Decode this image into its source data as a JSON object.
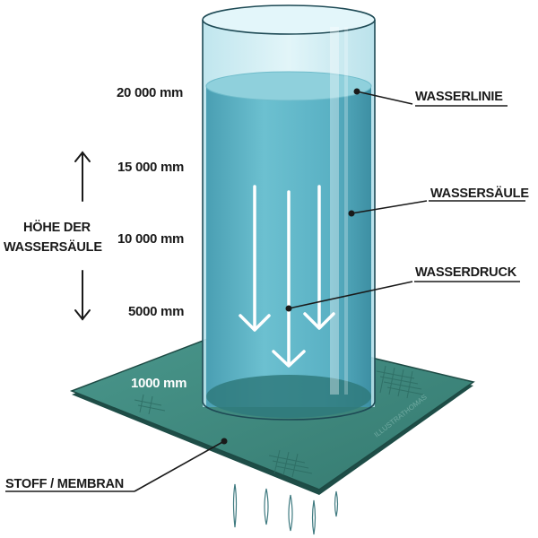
{
  "scale_labels": {
    "mm_20000": "20 000 mm",
    "mm_15000": "15 000 mm",
    "mm_10000": "10 000 mm",
    "mm_5000": "5000 mm",
    "mm_1000": "1000 mm"
  },
  "height_label": {
    "line1": "HÖHE DER",
    "line2": "WASSERSÄULE"
  },
  "callouts": {
    "water_line": "WASSERLINIE",
    "water_column": "WASSERSÄULE",
    "water_pressure": "WASSERDRUCK",
    "fabric": "STOFF / MEMBRAN"
  },
  "watermark": "ILLUSTRATHOMAS",
  "colors": {
    "fabric": "#3f8a80",
    "fabric_edge": "#1d4a44",
    "water": "#5fb4c6",
    "water_dark": "#3f98ab",
    "glass": "#c9ecf3",
    "ink": "#1a1a1a"
  }
}
